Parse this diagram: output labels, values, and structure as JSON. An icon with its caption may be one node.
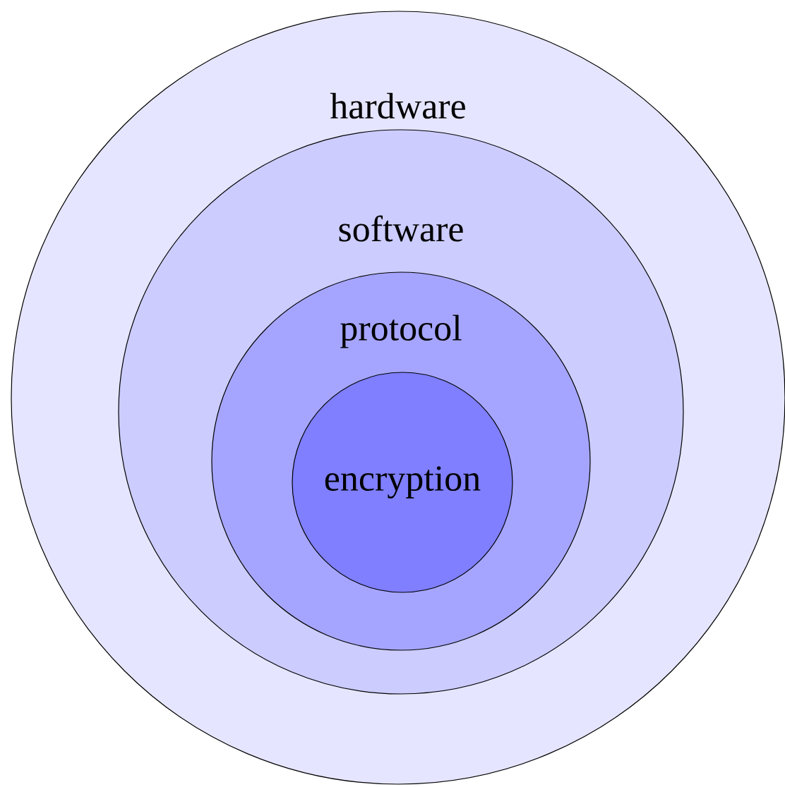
{
  "diagram": {
    "nodes": [
      {
        "text": [
          "hardware"
        ]
      },
      {
        "text": [
          "software"
        ],
        "in": 0
      },
      {
        "text": [
          "protocol"
        ],
        "in": 1
      },
      {
        "text": [
          "encryption"
        ],
        "in": 2
      }
    ]
  }
}
